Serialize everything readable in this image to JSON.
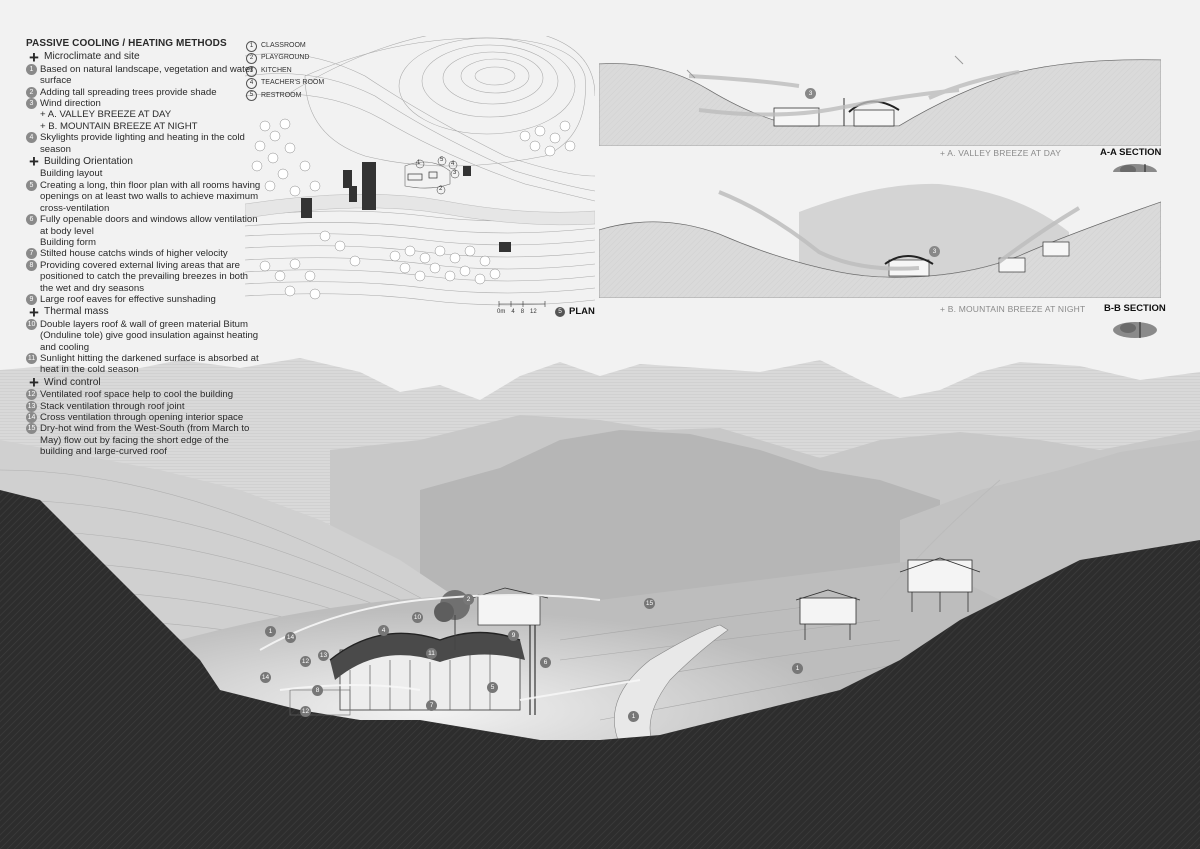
{
  "legend": {
    "title": "PASSIVE COOLING / HEATING METHODS",
    "microclimate": {
      "heading": "Microclimate and site",
      "items": [
        {
          "num": "1",
          "text": "Based on natural landscape, vegetation and water surface"
        },
        {
          "num": "2",
          "text": "Adding tall spreading trees provide shade"
        },
        {
          "num": "3",
          "text": "Wind direction"
        },
        {
          "num": "",
          "text": "+ A. VALLEY BREEZE AT DAY"
        },
        {
          "num": "",
          "text": "+ B. MOUNTAIN BREEZE AT NIGHT"
        },
        {
          "num": "4",
          "text": "Skylights provide lighting and heating in the cold season"
        }
      ]
    },
    "orientation": {
      "heading": "Building Orientation",
      "layout_heading": "Building layout",
      "layout_items": [
        {
          "num": "5",
          "text": "Creating a long, thin floor plan with all rooms having openings on at least two walls to achieve maximum cross-ventilation"
        },
        {
          "num": "6",
          "text": "Fully openable doors and windows allow ventilation at body level"
        }
      ],
      "form_heading": "Building form",
      "form_items": [
        {
          "num": "7",
          "text": "Stilted house catchs winds of higher velocity"
        },
        {
          "num": "8",
          "text": "Providing covered external living areas that are positioned to catch the prevailing breezes in both the wet and dry seasons"
        },
        {
          "num": "9",
          "text": "Large roof eaves for effective sunshading"
        }
      ]
    },
    "thermal": {
      "heading": "Thermal mass",
      "items": [
        {
          "num": "10",
          "text": "Double layers roof & wall of green material Bitum (Onduline tole) give good insulation against heating and cooling"
        },
        {
          "num": "11",
          "text": "Sunlight hitting the darkened surface is absorbed at heat in the cold season"
        }
      ]
    },
    "wind": {
      "heading": "Wind control",
      "items": [
        {
          "num": "12",
          "text": "Ventilated roof space help to cool the building"
        },
        {
          "num": "13",
          "text": "Stack ventilation through roof joint"
        },
        {
          "num": "14",
          "text": "Cross ventilation through opening interior space"
        },
        {
          "num": "15",
          "text": "Dry-hot wind from the West-South (from March to May) flow out by facing the short edge of the building and large-curved roof"
        }
      ]
    }
  },
  "plan": {
    "legend": [
      {
        "num": "1",
        "label": "CLASSROOM"
      },
      {
        "num": "2",
        "label": "PLAYGROUND"
      },
      {
        "num": "3",
        "label": "KITCHEN"
      },
      {
        "num": "4",
        "label": "TEACHER'S ROOM"
      },
      {
        "num": "5",
        "label": "RESTROOM"
      }
    ],
    "scale_labels": [
      "0m",
      "4",
      "8",
      "12"
    ],
    "title": "PLAN",
    "marker": "5"
  },
  "section_a": {
    "caption": "+ A. VALLEY BREEZE AT DAY",
    "title": "A-A SECTION",
    "marker": "3"
  },
  "section_b": {
    "caption": "+ B. MOUNTAIN BREEZE AT NIGHT",
    "title": "B-B SECTION",
    "marker": "3"
  },
  "perspective": {
    "markers": [
      "1",
      "14",
      "12",
      "4",
      "10",
      "2",
      "9",
      "15",
      "13",
      "11",
      "8",
      "14",
      "12",
      "6",
      "7",
      "5",
      "1",
      "1"
    ]
  },
  "colors": {
    "background": "#f2f2f2",
    "dark_ground": "#2b2b2b",
    "marker": "#777777"
  }
}
